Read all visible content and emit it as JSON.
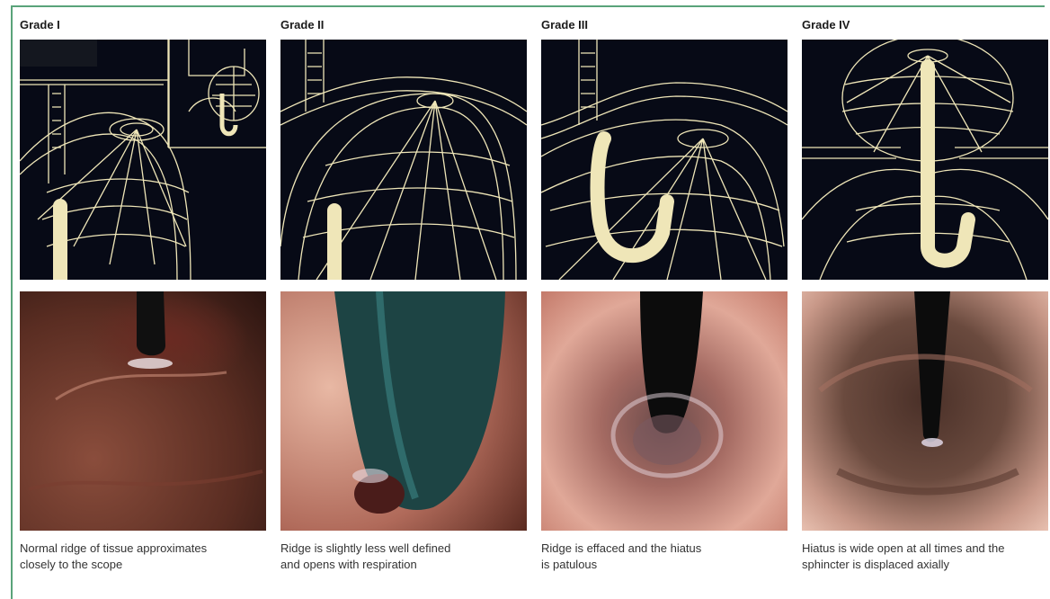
{
  "panels": [
    {
      "grade": "Grade I",
      "caption_line1": "Normal ridge of tissue approximates",
      "caption_line2": "closely to the scope"
    },
    {
      "grade": "Grade II",
      "caption_line1": "Ridge is slightly less well defined",
      "caption_line2": "and opens with respiration"
    },
    {
      "grade": "Grade III",
      "caption_line1": "Ridge is effaced and the hiatus",
      "caption_line2": "is patulous"
    },
    {
      "grade": "Grade IV",
      "caption_line1": "Hiatus is wide open at all times and the",
      "caption_line2": "sphincter is displaced axially"
    }
  ],
  "colors": {
    "frame": "#5aa37a",
    "diagram_bg": "#070a16",
    "wire": "#efe6b8"
  }
}
